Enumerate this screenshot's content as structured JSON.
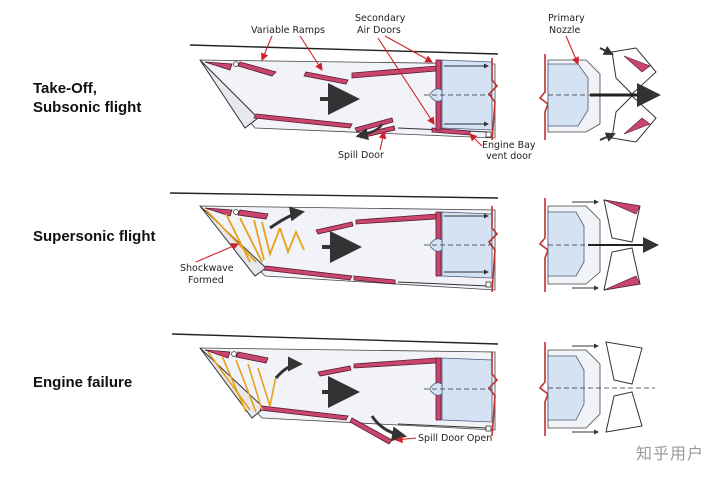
{
  "rows": [
    {
      "label": "Take-Off,\nSubsonic flight",
      "state": "subsonic"
    },
    {
      "label": "Supersonic flight",
      "state": "supersonic"
    },
    {
      "label": "Engine failure",
      "state": "failure"
    }
  ],
  "annotations": {
    "variable_ramps": "Variable Ramps",
    "secondary_air_doors_1": "Secondary",
    "secondary_air_doors_2": "Air Doors",
    "primary_nozzle_1": "Primary",
    "primary_nozzle_2": "Nozzle",
    "spill_door": "Spill Door",
    "engine_bay_vent_1": "Engine Bay",
    "engine_bay_vent_2": "vent door",
    "shockwave_1": "Shockwave",
    "shockwave_2": "Formed",
    "spill_door_open": "Spill Door Open"
  },
  "watermark": "知乎用户",
  "colors": {
    "ramp": "#c8466e",
    "shock": "#e8a21a",
    "engine_fill": "#d5e2f4",
    "cut_line": "#c0302f",
    "nacelle_fill": "#f1f3f8",
    "flow_arrow": "#333333"
  }
}
